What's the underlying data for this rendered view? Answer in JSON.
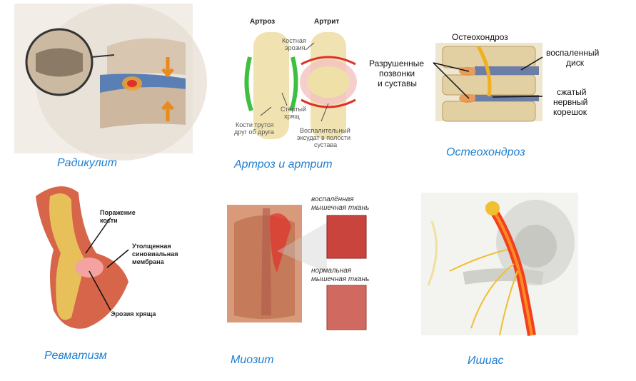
{
  "captions": {
    "radiculitis": "Радикулит",
    "arthrosis_arthritis": "Артроз и артрит",
    "osteochondrosis": "Остеохондроз",
    "rheumatism": "Ревматизм",
    "myositis": "Миозит",
    "sciatica": "Ишиас"
  },
  "arthrosis_panel": {
    "title_left": "Артроз",
    "title_right": "Артрит",
    "label_bone_erosion_1": "Костная",
    "label_bone_erosion_2": "эрозия",
    "label_worn_cartilage_1": "Стёртый",
    "label_worn_cartilage_2": "хрящ",
    "label_bones_rub_1": "Кости трутся",
    "label_bones_rub_2": "друг об друга",
    "label_exudate_1": "Воспалительный",
    "label_exudate_2": "эксудат в полости",
    "label_exudate_3": "сустава"
  },
  "osteo_panel": {
    "title": "Остеохондроз",
    "label_destroyed_1": "Разрушенные",
    "label_destroyed_2": "позвонки",
    "label_destroyed_3": "и суставы",
    "label_inflamed_disc_1": "воспаленный",
    "label_inflamed_disc_2": "диск",
    "label_nerve_1": "сжатый",
    "label_nerve_2": "нервный",
    "label_nerve_3": "корешок"
  },
  "rheum_panel": {
    "label_bone_1": "Поражение",
    "label_bone_2": "кости",
    "label_membrane_1": "Утолщенная",
    "label_membrane_2": "синовиальная",
    "label_membrane_3": "мембрана",
    "label_erosion": "Эрозия хряща"
  },
  "myositis_panel": {
    "label_inflamed_1": "воспалённая",
    "label_inflamed_2": "мышечная ткань",
    "label_normal_1": "нормальная",
    "label_normal_2": "мышечная ткань"
  },
  "colors": {
    "caption": "#1f7fd1",
    "bone": "#efe0a8",
    "inflammation": "#e0302a",
    "muscle": "#c8443c"
  }
}
